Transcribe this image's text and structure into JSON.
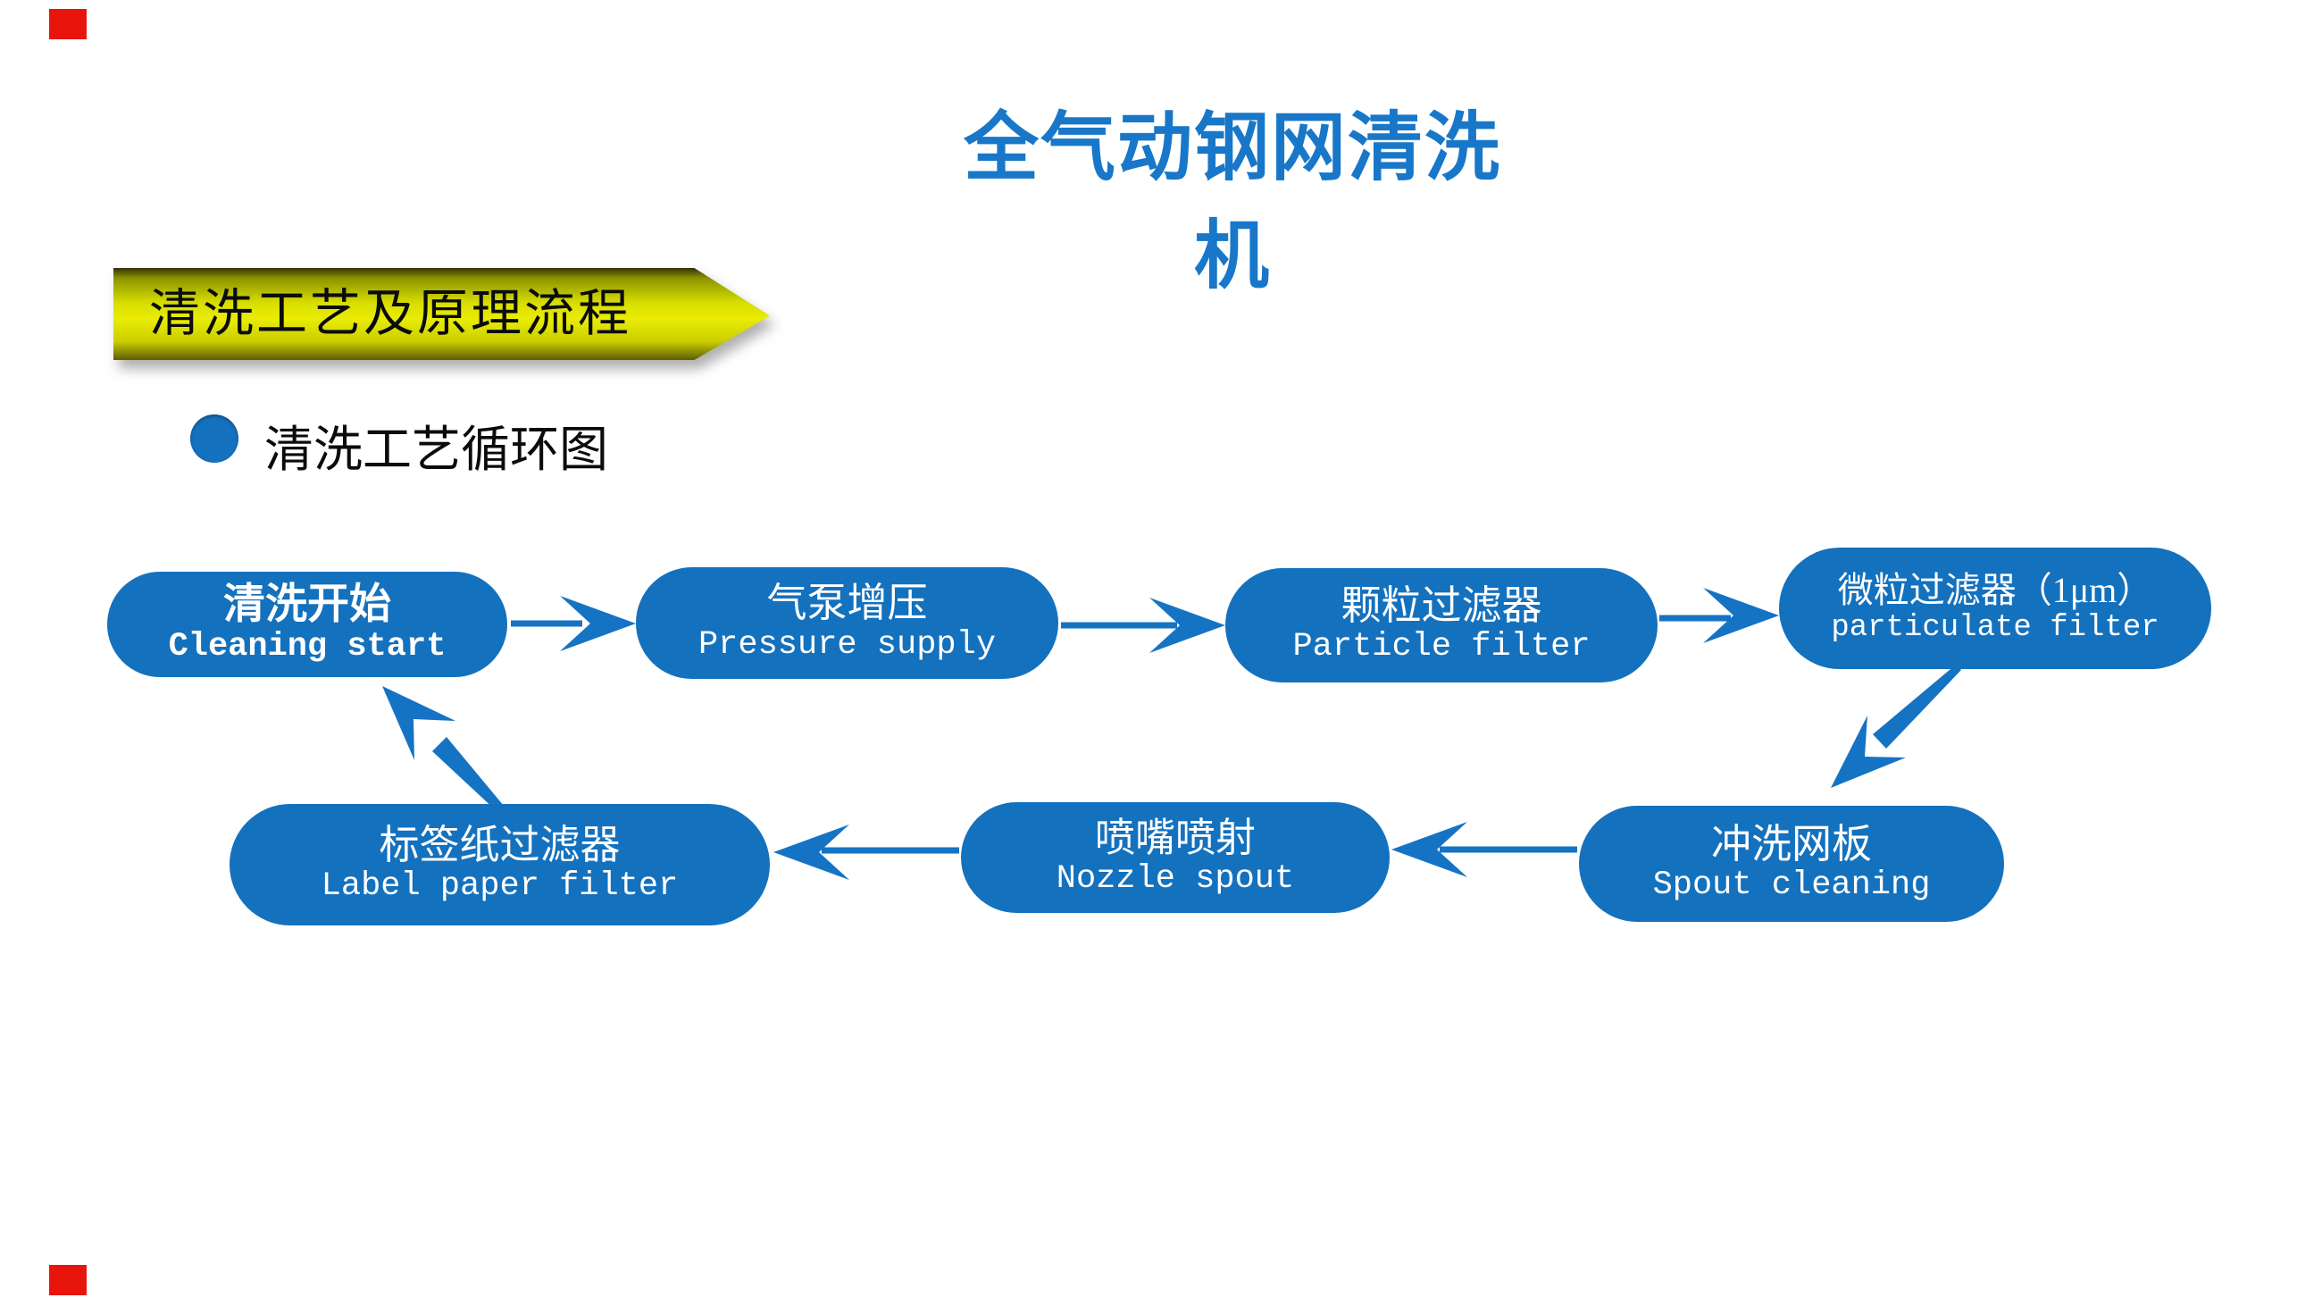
{
  "slide": {
    "title": "全气动钢网清洗机",
    "section_banner": "清洗工艺及原理流程",
    "bullet_label": "清洗工艺循环图"
  },
  "colors": {
    "title_blue": "#1877C8",
    "node_blue": "#1471BE",
    "arrow_blue": "#1573C4",
    "banner_yellow": "#EAEC04",
    "marker_red": "#E8150D"
  },
  "flow_nodes": [
    {
      "id": "start",
      "zh": "清洗开始",
      "en": "Cleaning start"
    },
    {
      "id": "pressure",
      "zh": "气泵增压",
      "en": "Pressure supply"
    },
    {
      "id": "particle",
      "zh": "颗粒过滤器",
      "en": "Particle filter"
    },
    {
      "id": "particulate",
      "zh": "微粒过滤器（1μm）",
      "en": "particulate filter"
    },
    {
      "id": "spout",
      "zh": "冲洗网板",
      "en": "Spout cleaning"
    },
    {
      "id": "nozzle",
      "zh": "喷嘴喷射",
      "en": "Nozzle spout"
    },
    {
      "id": "labelfilter",
      "zh": "标签纸过滤器",
      "en": "Label paper filter"
    }
  ],
  "flow_edges": [
    "start→pressure",
    "pressure→particle",
    "particle→particulate",
    "particulate→spout",
    "spout→nozzle",
    "nozzle→labelfilter",
    "labelfilter→start"
  ]
}
